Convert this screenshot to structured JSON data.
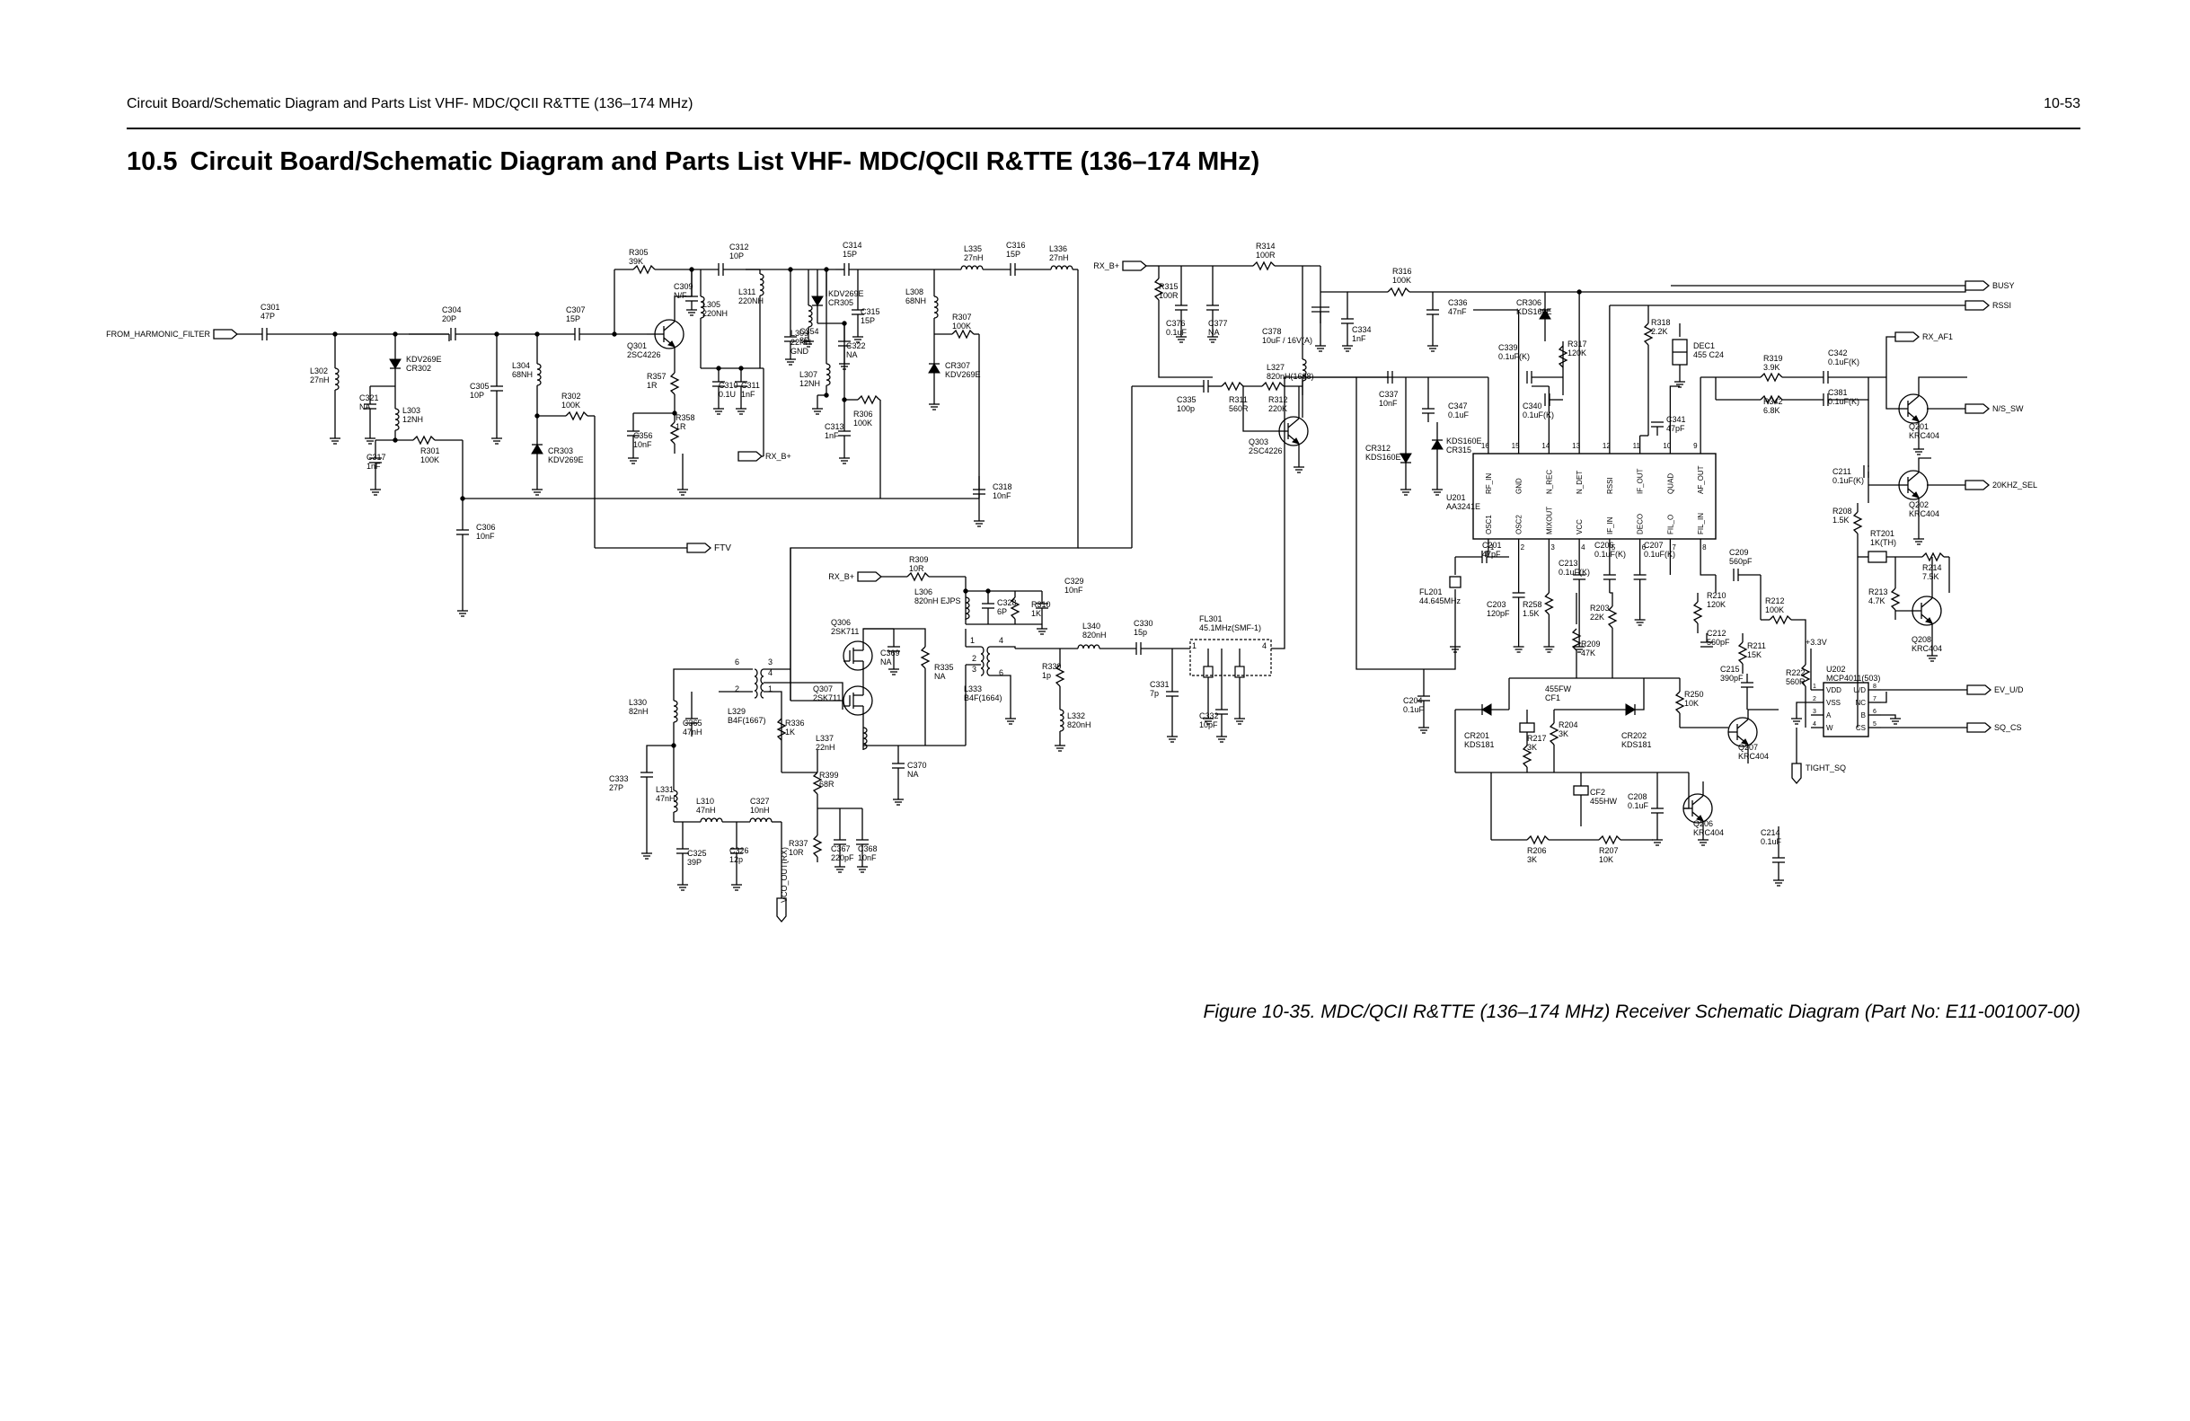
{
  "header": {
    "left": "Circuit Board/Schematic Diagram and Parts List VHF- MDC/QCII R&TTE (136–174 MHz)",
    "right": "10-53"
  },
  "section": {
    "number": "10.5",
    "title": "Circuit Board/Schematic Diagram and Parts List VHF- MDC/QCII R&TTE (136–174 MHz)"
  },
  "caption": "Figure 10-35. MDC/QCII R&TTE (136–174 MHz) Receiver Schematic Diagram (Part No: E11-001007-00)",
  "connectors": [
    {
      "id": "from_harmonic",
      "label": "FROM_HARMONIC_FILTER",
      "dir": "in"
    },
    {
      "id": "rx_b1",
      "label": "RX_B+",
      "dir": "in"
    },
    {
      "id": "rx_b2",
      "label": "RX_B+",
      "dir": "in"
    },
    {
      "id": "rx_b3",
      "label": "RX_B+",
      "dir": "in"
    },
    {
      "id": "ftv",
      "label": "FTV",
      "dir": "out"
    },
    {
      "id": "busy",
      "label": "BUSY",
      "dir": "out"
    },
    {
      "id": "rssi",
      "label": "RSSI",
      "dir": "out"
    },
    {
      "id": "rx_af1",
      "label": "RX_AF1",
      "dir": "out"
    },
    {
      "id": "ns_sw",
      "label": "N/S_SW",
      "dir": "out"
    },
    {
      "id": "khz_sel",
      "label": "20KHZ_SEL",
      "dir": "out"
    },
    {
      "id": "ev_ud",
      "label": "EV_U/D",
      "dir": "out"
    },
    {
      "id": "sq_cs",
      "label": "SQ_CS",
      "dir": "out"
    },
    {
      "id": "tight_sq",
      "label": "TIGHT_SQ",
      "dir": "in"
    },
    {
      "id": "vco_out",
      "label": "VCO_OUT(RX)",
      "dir": "in"
    }
  ],
  "components": [
    {
      "id": "c301",
      "lines": [
        "C301",
        "47P"
      ]
    },
    {
      "id": "l302",
      "lines": [
        "L302",
        "27nH"
      ]
    },
    {
      "id": "cr302",
      "lines": [
        "KDV269E",
        "CR302"
      ]
    },
    {
      "id": "c321",
      "lines": [
        "C321",
        "NA"
      ]
    },
    {
      "id": "l303",
      "lines": [
        "L303",
        "12NH"
      ]
    },
    {
      "id": "c317",
      "lines": [
        "C317",
        "1nF"
      ]
    },
    {
      "id": "r301",
      "lines": [
        "R301",
        "100K"
      ]
    },
    {
      "id": "c304",
      "lines": [
        "C304",
        "20P"
      ]
    },
    {
      "id": "c305",
      "lines": [
        "C305",
        "10P"
      ]
    },
    {
      "id": "l304",
      "lines": [
        "L304",
        "68NH"
      ]
    },
    {
      "id": "c306",
      "lines": [
        "C306",
        "10nF"
      ]
    },
    {
      "id": "c307",
      "lines": [
        "C307",
        "15P"
      ]
    },
    {
      "id": "r302",
      "lines": [
        "R302",
        "100K"
      ]
    },
    {
      "id": "cr303",
      "lines": [
        "CR303",
        "KDV269E"
      ]
    },
    {
      "id": "r305",
      "lines": [
        "R305",
        "39K"
      ]
    },
    {
      "id": "c309",
      "lines": [
        "C309",
        "N/F"
      ]
    },
    {
      "id": "q301",
      "lines": [
        "Q301",
        "2SC4226"
      ]
    },
    {
      "id": "r357",
      "lines": [
        "R357",
        "1R"
      ]
    },
    {
      "id": "r358",
      "lines": [
        "R358",
        "1R"
      ]
    },
    {
      "id": "c356",
      "lines": [
        "C356",
        "10nF"
      ]
    },
    {
      "id": "l305",
      "lines": [
        "L305",
        "220NH"
      ]
    },
    {
      "id": "c312",
      "lines": [
        "C312",
        "10P"
      ]
    },
    {
      "id": "l311",
      "lines": [
        "L311",
        "220NH"
      ]
    },
    {
      "id": "c310",
      "lines": [
        "C310",
        "0.1U"
      ]
    },
    {
      "id": "c311",
      "lines": [
        "C311",
        "1nF"
      ]
    },
    {
      "id": "c354",
      "lines": [
        "C354",
        "8P"
      ]
    },
    {
      "id": "l309",
      "lines": [
        "L309",
        "22NH",
        "GND"
      ]
    },
    {
      "id": "l307",
      "lines": [
        "L307",
        "12NH"
      ]
    },
    {
      "id": "c314",
      "lines": [
        "C314",
        "15P"
      ]
    },
    {
      "id": "cr305",
      "lines": [
        "KDV269E",
        "CR305"
      ]
    },
    {
      "id": "c315",
      "lines": [
        "C315",
        "15P"
      ]
    },
    {
      "id": "c322",
      "lines": [
        "C322",
        "NA"
      ]
    },
    {
      "id": "r306",
      "lines": [
        "R306",
        "100K"
      ]
    },
    {
      "id": "c313",
      "lines": [
        "C313",
        "1nF"
      ]
    },
    {
      "id": "l308",
      "lines": [
        "L308",
        "68NH"
      ]
    },
    {
      "id": "r307",
      "lines": [
        "R307",
        "100K"
      ]
    },
    {
      "id": "cr307",
      "lines": [
        "CR307",
        "KDV269E"
      ]
    },
    {
      "id": "l335",
      "lines": [
        "L335",
        "27nH"
      ]
    },
    {
      "id": "c316",
      "lines": [
        "C316",
        "15P"
      ]
    },
    {
      "id": "l336",
      "lines": [
        "L336",
        "27nH"
      ]
    },
    {
      "id": "c318",
      "lines": [
        "C318",
        "10nF"
      ]
    },
    {
      "id": "r314",
      "lines": [
        "R314",
        "100R"
      ]
    },
    {
      "id": "r315",
      "lines": [
        "R315",
        "100R"
      ]
    },
    {
      "id": "c376",
      "lines": [
        "C376",
        "0.1uF"
      ]
    },
    {
      "id": "c377",
      "lines": [
        "C377",
        "NA"
      ]
    },
    {
      "id": "c378",
      "lines": [
        "C378",
        "10uF / 16V(A)"
      ]
    },
    {
      "id": "l327",
      "lines": [
        "L327",
        "820nH(1608)"
      ]
    },
    {
      "id": "c335",
      "lines": [
        "C335",
        "100p"
      ]
    },
    {
      "id": "r311",
      "lines": [
        "R311",
        "560R"
      ]
    },
    {
      "id": "r312",
      "lines": [
        "R312",
        "220K"
      ]
    },
    {
      "id": "q303",
      "lines": [
        "Q303",
        "2SC4226"
      ]
    },
    {
      "id": "c334",
      "lines": [
        "C334",
        "1nF"
      ]
    },
    {
      "id": "r316",
      "lines": [
        "R316",
        "100K"
      ]
    },
    {
      "id": "c336",
      "lines": [
        "C336",
        "47nF"
      ]
    },
    {
      "id": "c337",
      "lines": [
        "C337",
        "10nF"
      ]
    },
    {
      "id": "c347",
      "lines": [
        "C347",
        "0.1uF"
      ]
    },
    {
      "id": "cr312",
      "lines": [
        "CR312",
        "KDS160E"
      ]
    },
    {
      "id": "cr315",
      "lines": [
        "KDS160E",
        "CR315"
      ]
    },
    {
      "id": "cr306",
      "lines": [
        "CR306",
        "KDS160E"
      ]
    },
    {
      "id": "c339",
      "lines": [
        "C339",
        "0.1uF(K)"
      ]
    },
    {
      "id": "c340",
      "lines": [
        "C340",
        "0.1uF(K)"
      ]
    },
    {
      "id": "r317",
      "lines": [
        "R317",
        "120K"
      ]
    },
    {
      "id": "r318",
      "lines": [
        "R318",
        "2.2K"
      ]
    },
    {
      "id": "dec1",
      "lines": [
        "DEC1",
        "455 C24"
      ]
    },
    {
      "id": "c341",
      "lines": [
        "C341",
        "47pF"
      ]
    },
    {
      "id": "r319",
      "lines": [
        "R319",
        "3.9K"
      ]
    },
    {
      "id": "r342",
      "lines": [
        "R342",
        "6.8K"
      ]
    },
    {
      "id": "c342",
      "lines": [
        "C342",
        "0.1uF(K)"
      ]
    },
    {
      "id": "c381",
      "lines": [
        "C381",
        "0.1uF(K)"
      ]
    },
    {
      "id": "q201",
      "lines": [
        "Q201",
        "KRC404"
      ]
    },
    {
      "id": "q202",
      "lines": [
        "Q202",
        "KRC404"
      ]
    },
    {
      "id": "c211",
      "lines": [
        "C211",
        "0.1uF(K)"
      ]
    },
    {
      "id": "r208",
      "lines": [
        "R208",
        "1.5K"
      ]
    },
    {
      "id": "rt201",
      "lines": [
        "RT201",
        "1K(TH)"
      ]
    },
    {
      "id": "r214",
      "lines": [
        "R214",
        "7.5K"
      ]
    },
    {
      "id": "r213",
      "lines": [
        "R213",
        "4.7K"
      ]
    },
    {
      "id": "q208",
      "lines": [
        "Q208",
        "KRC404"
      ]
    },
    {
      "id": "u201",
      "lines": [
        "U201",
        "AA3241E"
      ]
    },
    {
      "id": "c201",
      "lines": [
        "C201",
        "47pF"
      ]
    },
    {
      "id": "fl201",
      "lines": [
        "FL201",
        "44.645MHz"
      ]
    },
    {
      "id": "c203",
      "lines": [
        "C203",
        "120pF"
      ]
    },
    {
      "id": "r258",
      "lines": [
        "R258",
        "1.5K"
      ]
    },
    {
      "id": "c213",
      "lines": [
        "C213",
        "0.1uF(K)"
      ]
    },
    {
      "id": "r209",
      "lines": [
        "R209",
        "47K"
      ]
    },
    {
      "id": "r203",
      "lines": [
        "R203",
        "22K"
      ]
    },
    {
      "id": "c206",
      "lines": [
        "C206",
        "0.1uF(K)"
      ]
    },
    {
      "id": "c207",
      "lines": [
        "C207",
        "0.1uF(K)"
      ]
    },
    {
      "id": "c209",
      "lines": [
        "C209",
        "560pF"
      ]
    },
    {
      "id": "r210",
      "lines": [
        "R210",
        "120K"
      ]
    },
    {
      "id": "c212",
      "lines": [
        "C212",
        "560pF"
      ]
    },
    {
      "id": "r211",
      "lines": [
        "R211",
        "15K"
      ]
    },
    {
      "id": "r212",
      "lines": [
        "R212",
        "100K"
      ]
    },
    {
      "id": "c215",
      "lines": [
        "C215",
        "390pF"
      ]
    },
    {
      "id": "r222",
      "lines": [
        "R222",
        "560R"
      ]
    },
    {
      "id": "c204",
      "lines": [
        "C204",
        "0.1uF"
      ]
    },
    {
      "id": "cr201",
      "lines": [
        "CR201",
        "KDS181"
      ]
    },
    {
      "id": "cf1",
      "lines": [
        "455FW",
        "CF1"
      ]
    },
    {
      "id": "r217",
      "lines": [
        "R217",
        "3K"
      ]
    },
    {
      "id": "r204",
      "lines": [
        "R204",
        "3K"
      ]
    },
    {
      "id": "cr202",
      "lines": [
        "CR202",
        "KDS181"
      ]
    },
    {
      "id": "r250",
      "lines": [
        "R250",
        "10K"
      ]
    },
    {
      "id": "q207",
      "lines": [
        "Q207",
        "KRC404"
      ]
    },
    {
      "id": "cf2",
      "lines": [
        "CF2",
        "455HW"
      ]
    },
    {
      "id": "c208",
      "lines": [
        "C208",
        "0.1uF"
      ]
    },
    {
      "id": "q206",
      "lines": [
        "Q206",
        "KRC404"
      ]
    },
    {
      "id": "r206",
      "lines": [
        "R206",
        "3K"
      ]
    },
    {
      "id": "r207",
      "lines": [
        "R207",
        "10K"
      ]
    },
    {
      "id": "c214",
      "lines": [
        "C214",
        "0.1uF"
      ]
    },
    {
      "id": "u202",
      "lines": [
        "U202",
        "MCP4011(503)"
      ]
    },
    {
      "id": "v33",
      "lines": [
        "+3.3V"
      ]
    },
    {
      "id": "r309",
      "lines": [
        "R309",
        "10R"
      ]
    },
    {
      "id": "l306",
      "lines": [
        "L306",
        "820nH EJPS"
      ]
    },
    {
      "id": "c328",
      "lines": [
        "C328",
        "6P"
      ]
    },
    {
      "id": "r310",
      "lines": [
        "R310",
        "1K"
      ]
    },
    {
      "id": "c329",
      "lines": [
        "C329",
        "10nF"
      ]
    },
    {
      "id": "q306",
      "lines": [
        "Q306",
        "2SK711"
      ]
    },
    {
      "id": "c369",
      "lines": [
        "C369",
        "NA"
      ]
    },
    {
      "id": "r335",
      "lines": [
        "R335",
        "NA"
      ]
    },
    {
      "id": "q307",
      "lines": [
        "Q307",
        "2SK711"
      ]
    },
    {
      "id": "l333",
      "lines": [
        "L333",
        "B4F(1664)"
      ]
    },
    {
      "id": "l329",
      "lines": [
        "L329",
        "B4F(1667)"
      ]
    },
    {
      "id": "r336",
      "lines": [
        "R336",
        "1K"
      ]
    },
    {
      "id": "l337",
      "lines": [
        "L337",
        "22nH"
      ]
    },
    {
      "id": "c370",
      "lines": [
        "C370",
        "NA"
      ]
    },
    {
      "id": "r399",
      "lines": [
        "R399",
        "68R"
      ]
    },
    {
      "id": "r337",
      "lines": [
        "R337",
        "10R"
      ]
    },
    {
      "id": "c367",
      "lines": [
        "C367",
        "220pF"
      ]
    },
    {
      "id": "c368",
      "lines": [
        "C368",
        "10nF"
      ]
    },
    {
      "id": "l330",
      "lines": [
        "L330",
        "82nH"
      ]
    },
    {
      "id": "c365",
      "lines": [
        "C365",
        "47nH"
      ]
    },
    {
      "id": "c333",
      "lines": [
        "C333",
        "27P"
      ]
    },
    {
      "id": "l331",
      "lines": [
        "L331",
        "47nH"
      ]
    },
    {
      "id": "l310",
      "lines": [
        "L310",
        "47nH"
      ]
    },
    {
      "id": "c327",
      "lines": [
        "C327",
        "10nH"
      ]
    },
    {
      "id": "c325",
      "lines": [
        "C325",
        "39P"
      ]
    },
    {
      "id": "c326",
      "lines": [
        "C326",
        "12p"
      ]
    },
    {
      "id": "l340",
      "lines": [
        "L340",
        "820nH"
      ]
    },
    {
      "id": "c330",
      "lines": [
        "C330",
        "15p"
      ]
    },
    {
      "id": "fl301",
      "lines": [
        "FL301",
        "45.1MHz(SMF-1)"
      ]
    },
    {
      "id": "r339",
      "lines": [
        "R339",
        "1p"
      ]
    },
    {
      "id": "l332",
      "lines": [
        "L332",
        "820nH"
      ]
    },
    {
      "id": "c331",
      "lines": [
        "C331",
        "7p"
      ]
    },
    {
      "id": "c332",
      "lines": [
        "C332",
        "10pF"
      ]
    }
  ],
  "u201_top_pins": [
    {
      "num": "16",
      "name": "RF_IN"
    },
    {
      "num": "15",
      "name": "GND"
    },
    {
      "num": "14",
      "name": "N_REC"
    },
    {
      "num": "13",
      "name": "N_DET"
    },
    {
      "num": "12",
      "name": "RSSI"
    },
    {
      "num": "11",
      "name": "IF_OUT"
    },
    {
      "num": "10",
      "name": "QUAD"
    },
    {
      "num": "9",
      "name": "AF_OUT"
    }
  ],
  "u201_bottom_pins": [
    {
      "num": "1",
      "name": "OSC1"
    },
    {
      "num": "2",
      "name": "OSC2"
    },
    {
      "num": "3",
      "name": "MIXOUT"
    },
    {
      "num": "4",
      "name": "VCC"
    },
    {
      "num": "5",
      "name": "IF_IN"
    },
    {
      "num": "6",
      "name": "DECO"
    },
    {
      "num": "7",
      "name": "FIL_O"
    },
    {
      "num": "8",
      "name": "FIL_IN"
    }
  ],
  "u202_pins": {
    "left": [
      {
        "num": "1",
        "name": "VDD"
      },
      {
        "num": "2",
        "name": "VSS"
      },
      {
        "num": "3",
        "name": "A"
      },
      {
        "num": "4",
        "name": "W"
      }
    ],
    "right": [
      {
        "num": "8",
        "name": "U/D"
      },
      {
        "num": "7",
        "name": "NC"
      },
      {
        "num": "6",
        "name": "B"
      },
      {
        "num": "5",
        "name": "CS"
      }
    ]
  },
  "transformer_pins": {
    "l329": [
      "6",
      "3",
      "4",
      "2",
      "1"
    ],
    "l333": [
      "1",
      "4",
      "2",
      "3",
      "6"
    ],
    "fl301": [
      "1",
      "4"
    ]
  }
}
